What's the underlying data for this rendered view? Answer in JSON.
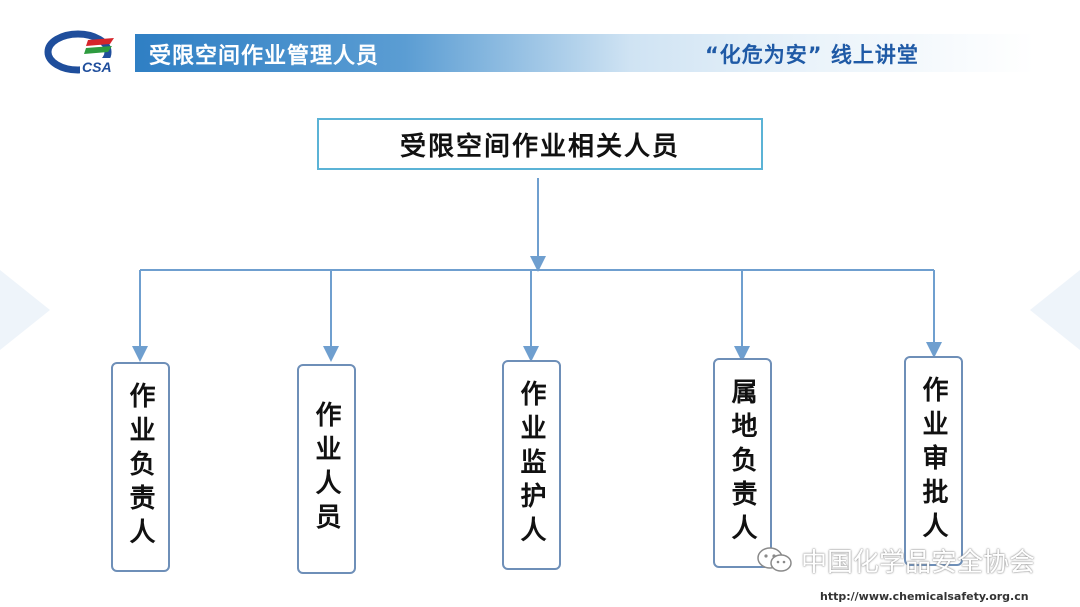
{
  "header": {
    "title": "受限空间作业管理人员",
    "slogan": "“化危为安” 线上讲堂"
  },
  "logo": {
    "icon": "csa-logo-icon",
    "text": "CSA"
  },
  "diagram": {
    "root": "受限空间作业相关人员",
    "children": [
      {
        "label": "作业负责人"
      },
      {
        "label": "作业人员"
      },
      {
        "label": "作业监护人"
      },
      {
        "label": "属地负责人"
      },
      {
        "label": "作业审批人"
      }
    ]
  },
  "watermark": {
    "icon": "wechat-icon",
    "text": "中国化学品安全协会"
  },
  "footer": {
    "url": "http://www.chemicalsafety.org.cn"
  },
  "colors": {
    "header_blue": "#2f7fc4",
    "slogan_blue": "#1f5aa6",
    "connector": "#6f9fcf",
    "root_border": "#5bb3d6",
    "child_border": "#6e8fb8"
  }
}
